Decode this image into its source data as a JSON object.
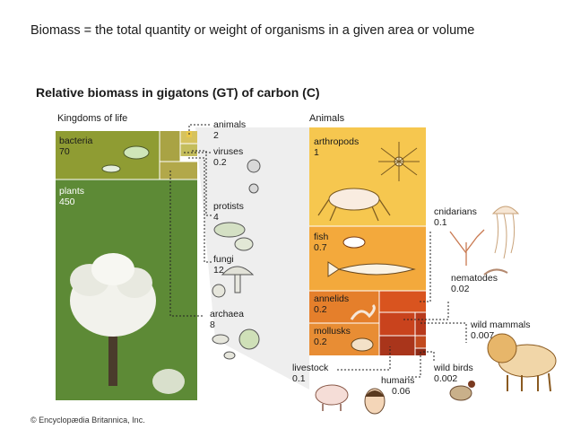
{
  "slide": {
    "title": "Biomass = the total quantity or weight of organisms in a given area or volume"
  },
  "figure": {
    "title": "Relative biomass in gigatons (GT) of carbon (C)",
    "kingdoms_heading": "Kingdoms of life",
    "animals_heading": "Animals",
    "copyright": "© Encyclopædia Britannica, Inc."
  },
  "kingdoms": [
    {
      "name": "bacteria",
      "value": "70",
      "color": "#8f9c33"
    },
    {
      "name": "plants",
      "value": "450",
      "color": "#5d8a36"
    },
    {
      "name": "animals",
      "value": "2",
      "color": "#e9c84a"
    },
    {
      "name": "viruses",
      "value": "0.2",
      "color": "#b9b24f"
    },
    {
      "name": "protists",
      "value": "4",
      "color": "#c4bd5c"
    },
    {
      "name": "fungi",
      "value": "12",
      "color": "#d6c25e"
    },
    {
      "name": "archaea",
      "value": "8",
      "color": "#a3a347"
    }
  ],
  "animals": [
    {
      "name": "arthropods",
      "value": "1",
      "color": "#f6c74f"
    },
    {
      "name": "fish",
      "value": "0.7",
      "color": "#f3a93c"
    },
    {
      "name": "annelids",
      "value": "0.2",
      "color": "#e57f2b"
    },
    {
      "name": "mollusks",
      "value": "0.2",
      "color": "#e88d34"
    },
    {
      "name": "cnidarians",
      "value": "0.1",
      "color": "#d9541f"
    },
    {
      "name": "nematodes",
      "value": "0.02",
      "color": "#c9431d"
    },
    {
      "name": "wild mammals",
      "value": "0.007",
      "color": "#b83a1c"
    },
    {
      "name": "livestock",
      "value": "0.1",
      "color": "#a9351b"
    },
    {
      "name": "humans",
      "value": "0.06",
      "color": "#c24a1e"
    },
    {
      "name": "wild birds",
      "value": "0.002",
      "color": "#8f2a16"
    }
  ]
}
